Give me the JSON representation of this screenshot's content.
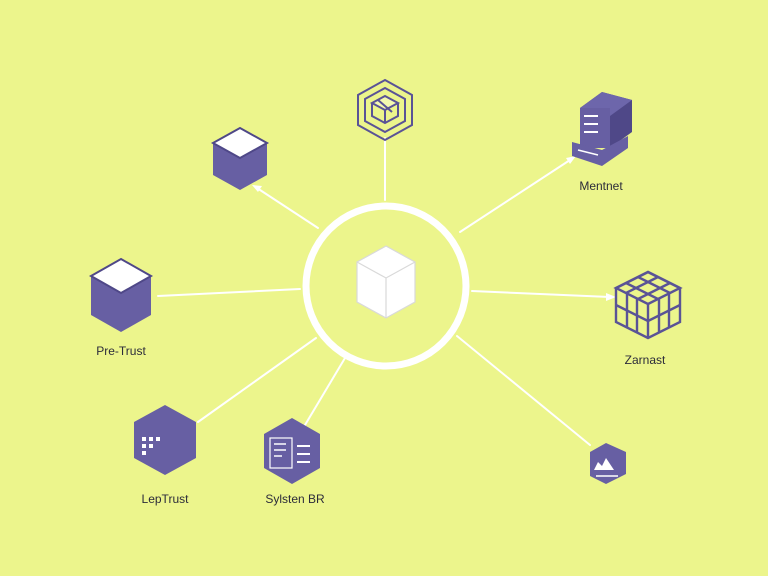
{
  "palette": {
    "background": "#ecf58c",
    "node_fill": "#675fa3",
    "node_dark": "#4f4888",
    "node_light": "#ffffff",
    "connector": "#ffffff",
    "text": "#2c2c3a"
  },
  "nodes": {
    "top_icon": {
      "icon": "hexagon-cube-outline-icon"
    },
    "upper_left": {
      "icon": "cube-icon"
    },
    "pre_trust": {
      "label": "Pre-Trust",
      "icon": "cube-icon"
    },
    "lep_trust": {
      "label": "LepTrust",
      "icon": "grid-hexagon-icon"
    },
    "system_br": {
      "label": "Sylsten BR",
      "icon": "document-hexagon-icon"
    },
    "mentnet": {
      "label": "Mentnet",
      "icon": "server-icon"
    },
    "zarnast": {
      "label": "Zarnast",
      "icon": "wireframe-cube-icon"
    },
    "small_box": {
      "icon": "small-box-icon"
    },
    "hub": {
      "icon": "central-cube-icon"
    }
  }
}
